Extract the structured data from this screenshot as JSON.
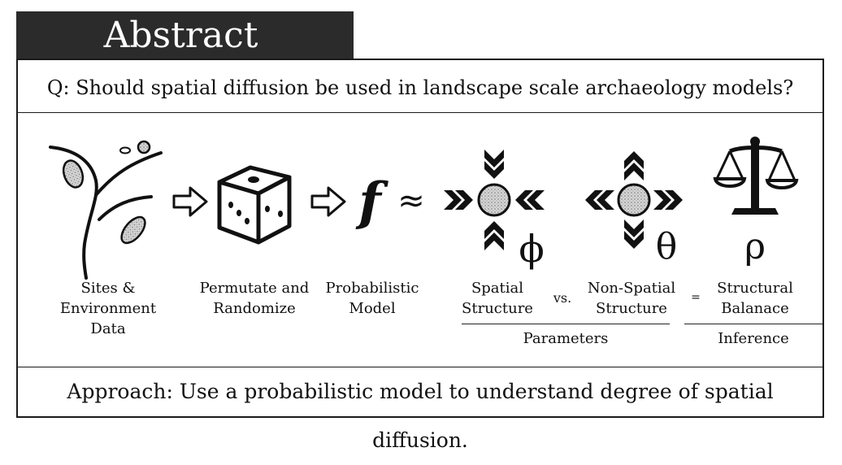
{
  "header": {
    "title": "Abstract"
  },
  "question": "Q: Should spatial diffusion be used in landscape scale archaeology models?",
  "approach": "Approach: Use a probabilistic model to understand degree of spatial diffusion.",
  "steps": {
    "data": [
      "Sites &",
      "Environment",
      "Data"
    ],
    "permutate": [
      "Permutate and",
      "Randomize"
    ],
    "model": [
      "Probabilistic",
      "Model"
    ],
    "spatial": [
      "Spatial",
      "Structure"
    ],
    "nonspatial": [
      "Non-Spatial",
      "Structure"
    ],
    "structural": [
      "Structural",
      "Balanace"
    ]
  },
  "symbols": {
    "function": "f",
    "approx": "≈",
    "phi": "ϕ",
    "theta": "θ",
    "rho": "ρ",
    "vs": "vs.",
    "equals": "="
  },
  "groups": {
    "parameters": "Parameters",
    "inference": "Inference"
  },
  "icons": [
    "river-map-icon",
    "arrow-right-icon",
    "dice-icon",
    "inward-chevrons-icon",
    "outward-chevrons-icon",
    "balance-scale-icon"
  ]
}
